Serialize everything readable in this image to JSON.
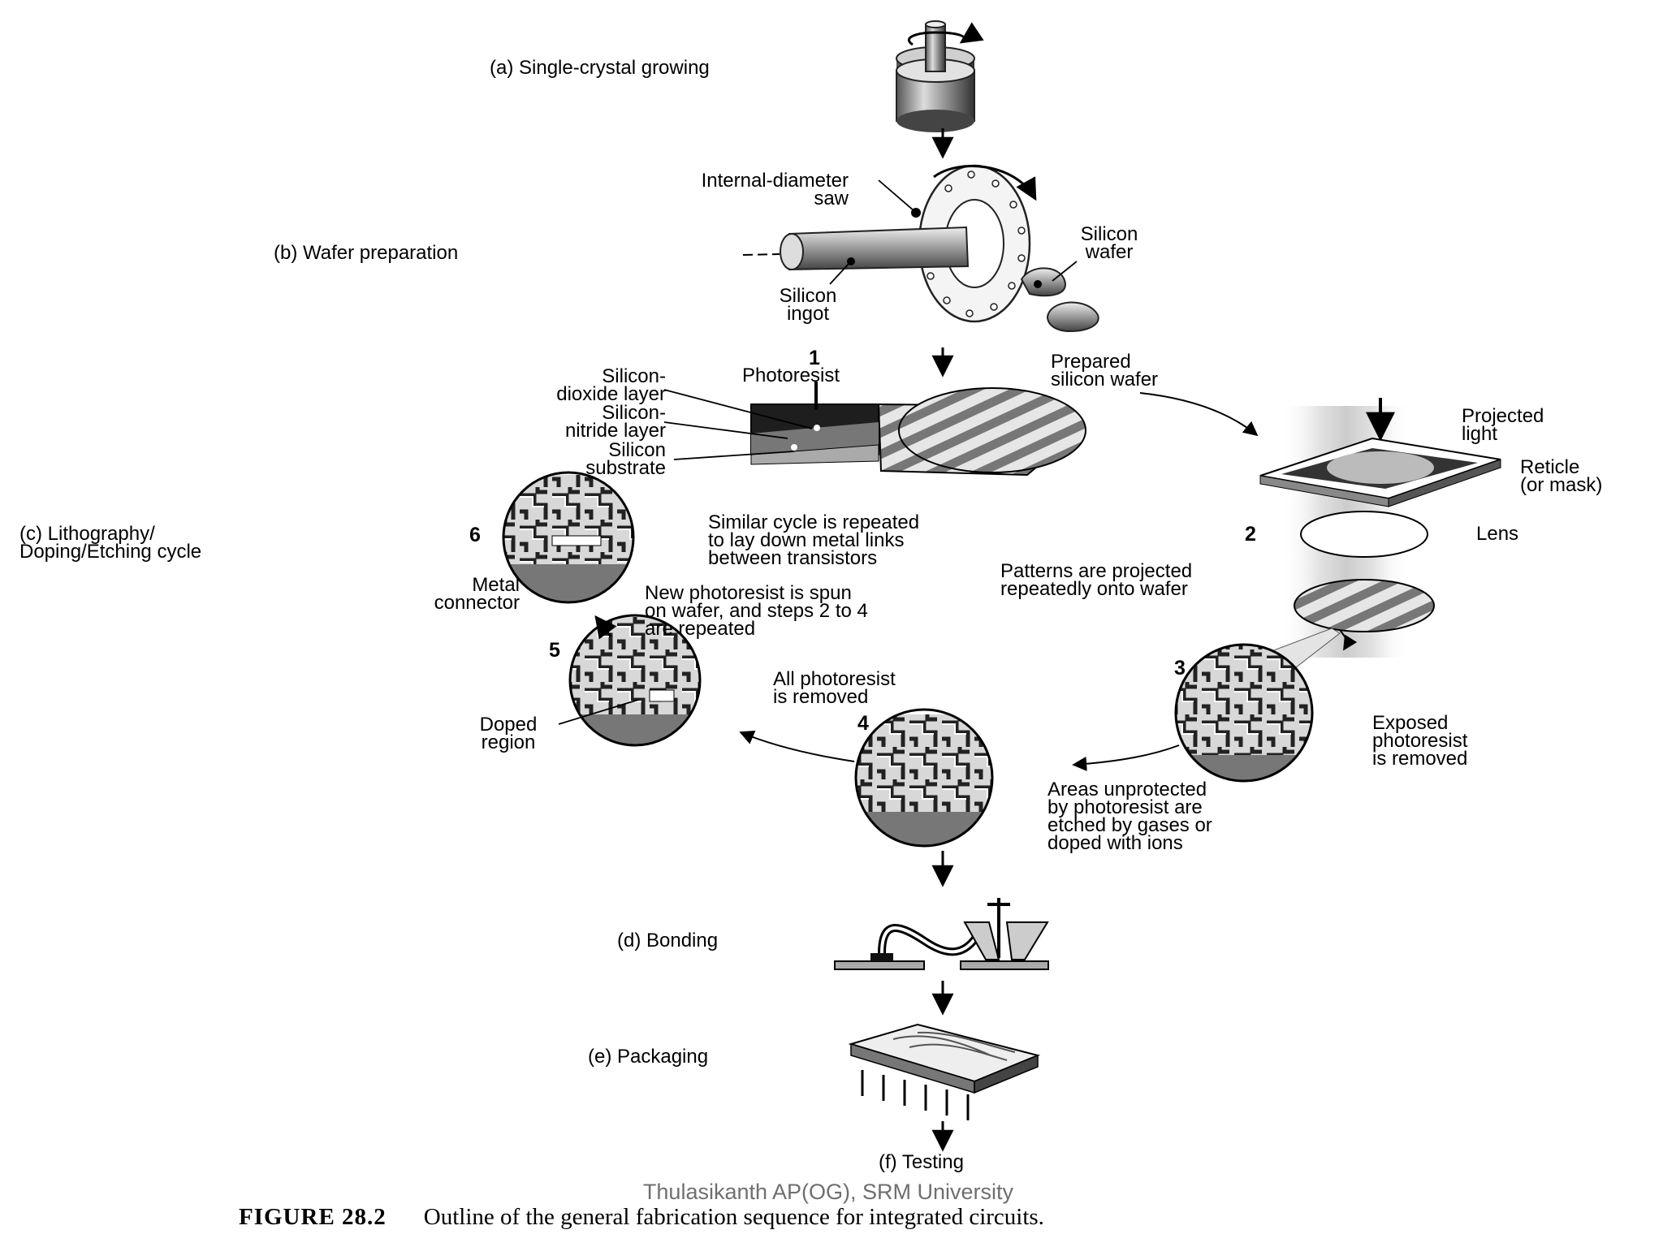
{
  "stages": {
    "a": "(a) Single-crystal growing",
    "b": "(b) Wafer preparation",
    "c": "(c) Lithography/\nDoping/Etching cycle",
    "d": "(d) Bonding",
    "e": "(e) Packaging",
    "f": "(f) Testing"
  },
  "wafer_prep": {
    "saw": "Internal-diameter\nsaw",
    "ingot": "Silicon\ningot",
    "wafer": "Silicon\nwafer"
  },
  "step1": {
    "number": "1",
    "photoresist": "Photoresist",
    "dioxide": "Silicon-\ndioxide layer",
    "nitride": "Silicon-\nnitride layer",
    "substrate": "Silicon\nsubstrate",
    "prepared": "Prepared\nsilicon wafer"
  },
  "step2": {
    "number": "2",
    "projected_light": "Projected\nlight",
    "reticle": "Reticle\n(or mask)",
    "lens": "Lens",
    "patterns": "Patterns are projected\nrepeatedly onto wafer"
  },
  "step3": {
    "number": "3",
    "text": "Exposed\nphotoresist\nis removed"
  },
  "step4": {
    "number": "4",
    "areas": "Areas unprotected\nby photoresist are\netched by gases or\ndoped with ions",
    "all_removed": "All photoresist\nis removed"
  },
  "step5": {
    "number": "5",
    "doped": "Doped\nregion",
    "new_photoresist": "New photoresist is spun\non wafer, and steps 2 to 4\nare repeated"
  },
  "step6": {
    "number": "6",
    "metal": "Metal\nconnector",
    "similar": "Similar cycle is repeated\nto lay down metal links\nbetween transistors"
  },
  "footer": "Thulasikanth AP(OG), SRM University",
  "caption": {
    "figure": "FIGURE 28.2",
    "text": "Outline of the general fabrication sequence for integrated circuits."
  }
}
